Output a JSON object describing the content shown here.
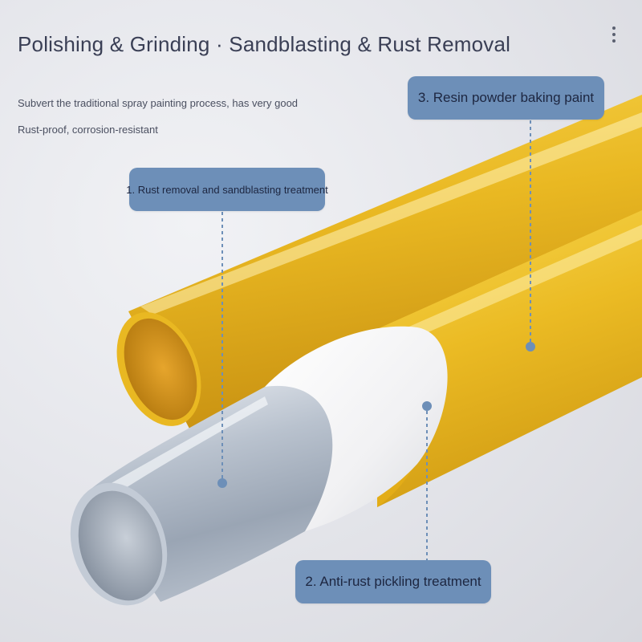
{
  "heading": {
    "title": "Polishing & Grinding · Sandblasting & Rust Removal",
    "line1": "Subvert the traditional spray painting process, has very good",
    "line2": "Rust-proof, corrosion-resistant"
  },
  "callouts": {
    "step1": "1. Rust removal and sandblasting treatment",
    "step2": "2. Anti-rust pickling treatment",
    "step3": "3. Resin powder baking paint"
  },
  "colors": {
    "label_bg": "#6d8fb8",
    "pipe_yellow": "#e6b51a",
    "pipe_white": "#f4f4f6",
    "pipe_steel": "#a9b3c2",
    "heading_text": "#3a3f55"
  },
  "icons": {
    "menu": "more-vertical-icon"
  }
}
